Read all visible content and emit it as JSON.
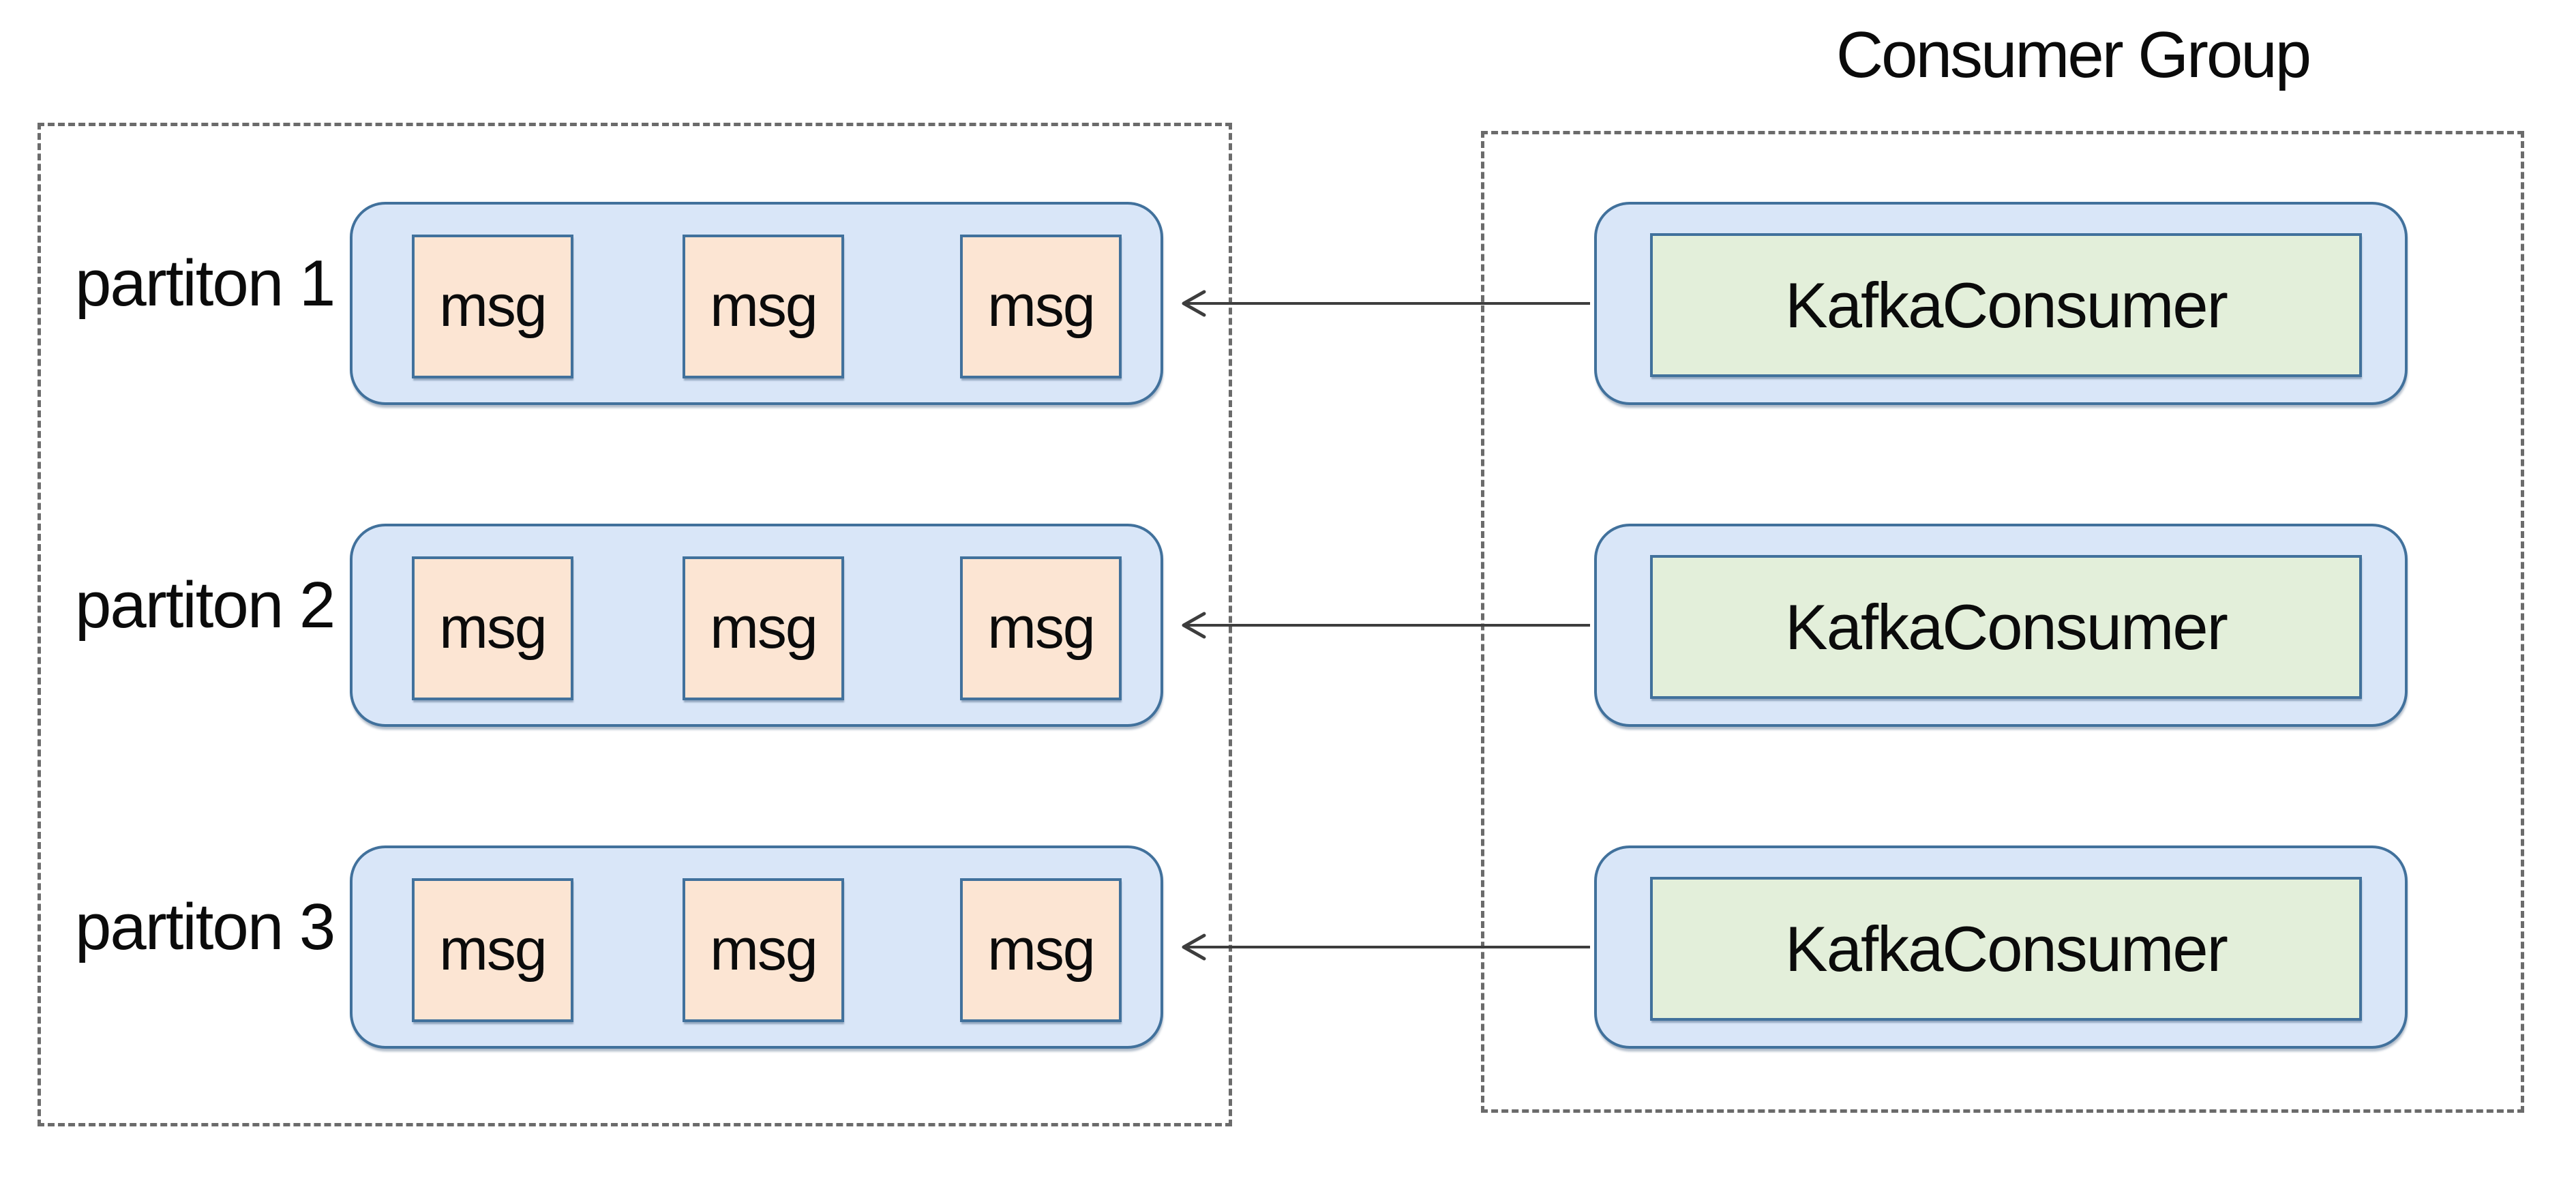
{
  "topic": {
    "partitions": [
      {
        "label": "partiton 1",
        "messages": [
          "msg",
          "msg",
          "msg"
        ]
      },
      {
        "label": "partiton 2",
        "messages": [
          "msg",
          "msg",
          "msg"
        ]
      },
      {
        "label": "partiton 3",
        "messages": [
          "msg",
          "msg",
          "msg"
        ]
      }
    ]
  },
  "consumer_group": {
    "title": "Consumer Group",
    "consumers": [
      {
        "label": "KafkaConsumer"
      },
      {
        "label": "KafkaConsumer"
      },
      {
        "label": "KafkaConsumer"
      }
    ]
  },
  "colors": {
    "container_fill": "#d9e6f8",
    "container_border": "#41719c",
    "message_fill": "#fce5d3",
    "consumer_fill": "#e3efda",
    "dashed_border": "#6b6b6b",
    "arrow": "#3d3d3d",
    "text": "#0b0b0b",
    "background": "#ffffff"
  }
}
